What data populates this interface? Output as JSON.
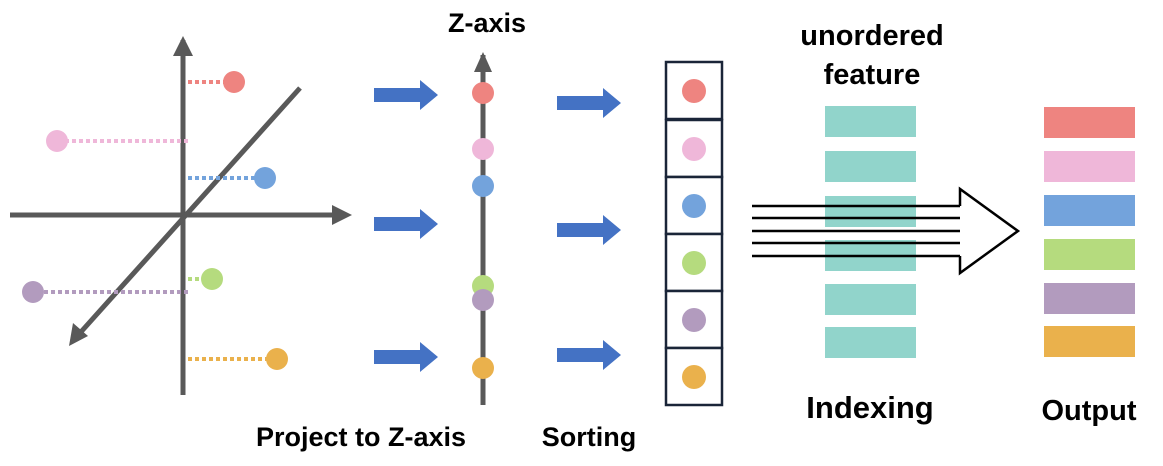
{
  "labels": {
    "z_axis": "Z-axis",
    "unordered_line1": "unordered",
    "unordered_line2": "feature",
    "project": "Project to Z-axis",
    "sorting": "Sorting",
    "indexing": "Indexing",
    "output": "Output"
  },
  "colors": {
    "red": "#EE8480",
    "pink": "#EFB7D9",
    "blue": "#73A3DC",
    "green": "#B5DB7E",
    "purple": "#B29BBE",
    "orange": "#EAB14C",
    "axis": "#595959",
    "arrow": "#4472C4",
    "teal": "#91D4CB",
    "box_border": "#1A2538"
  },
  "points_order": [
    "red",
    "pink",
    "blue",
    "green",
    "purple",
    "orange"
  ],
  "z_axis_order": [
    "red",
    "pink",
    "blue",
    "green",
    "purple",
    "orange"
  ],
  "sorted_order": [
    "red",
    "pink",
    "blue",
    "green",
    "purple",
    "orange"
  ],
  "output_order": [
    "red",
    "pink",
    "blue",
    "green",
    "purple",
    "orange"
  ],
  "unordered_feature_count": 6
}
